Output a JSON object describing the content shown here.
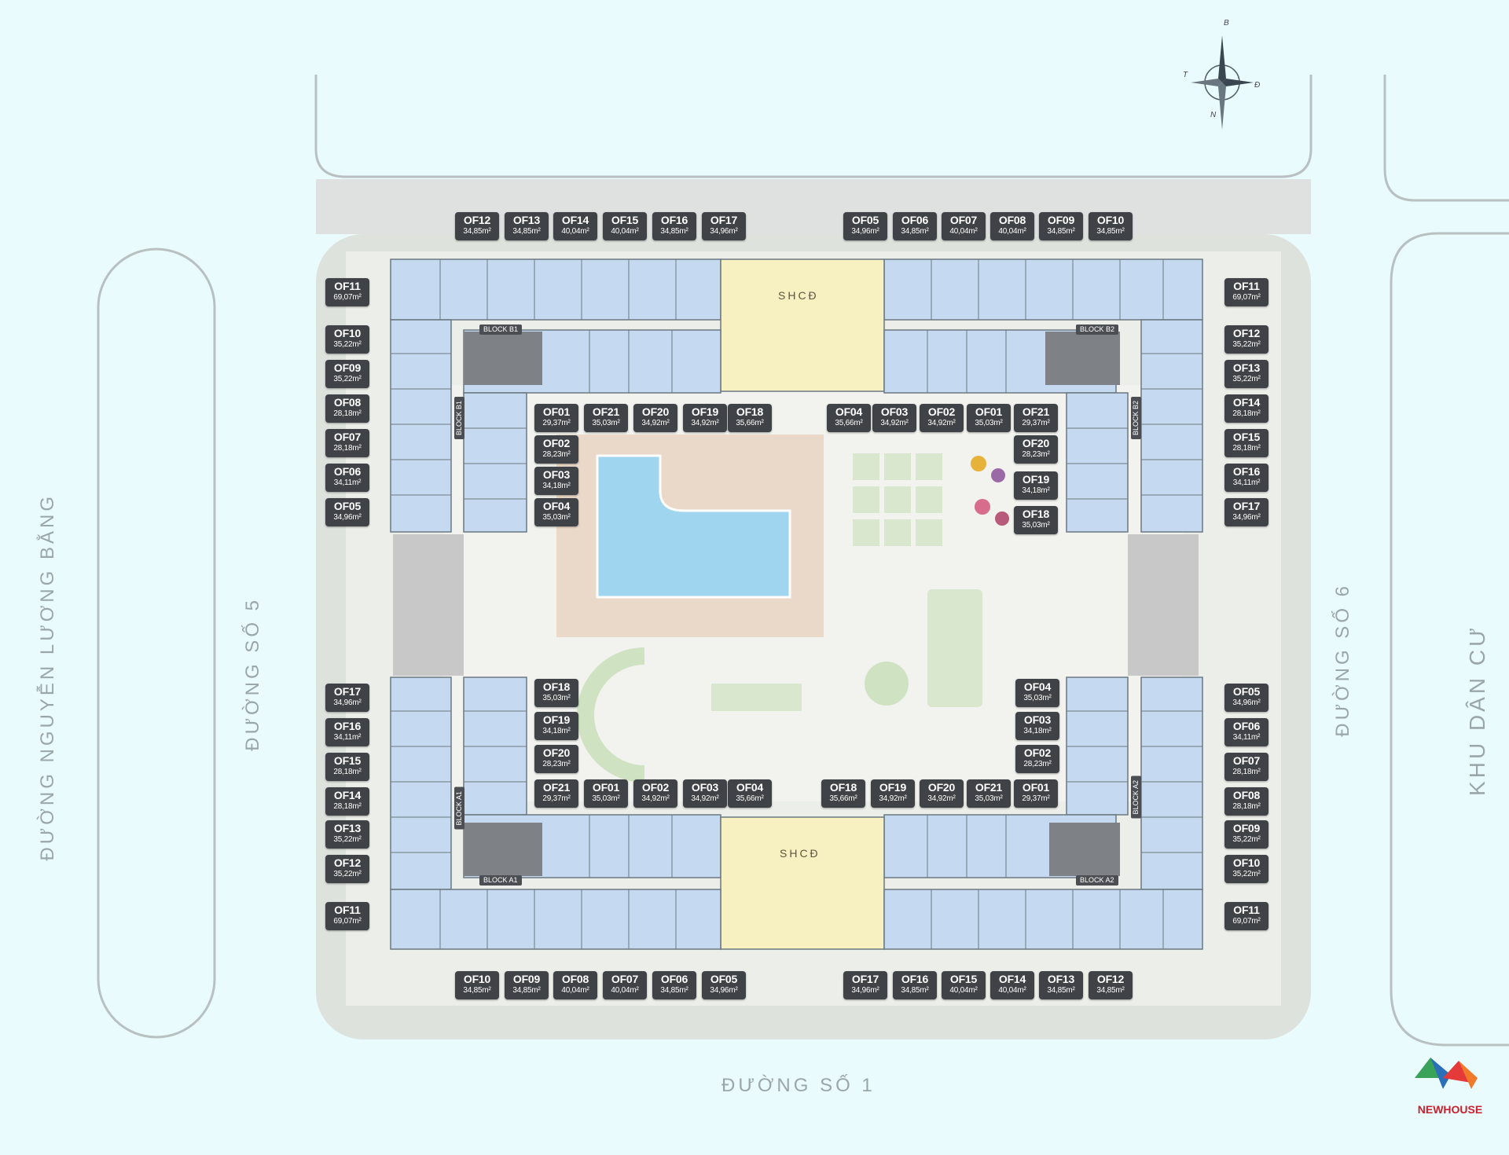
{
  "roads": {
    "left_outer": "ĐƯỜNG NGUYỄN LƯƠNG BẰNG",
    "left_inner": "ĐƯỜNG SỐ 5",
    "bottom": "ĐƯỜNG SỐ 1",
    "right_inner": "ĐƯỜNG SỐ 6",
    "right_outer": "KHU DÂN CƯ"
  },
  "compass": {
    "north_top": "B",
    "east": "Đ",
    "west": "T",
    "south": "N"
  },
  "amenities": {
    "shcd_top": "SHCĐ",
    "shcd_bottom": "SHCĐ"
  },
  "blocks": {
    "b1": "BLOCK B1",
    "b2": "BLOCK B2",
    "a1": "BLOCK A1",
    "a2": "BLOCK A2"
  },
  "brand": {
    "name": "NEWHOUSE",
    "color": "#c8202e"
  },
  "colors": {
    "unit": "#c5daf0",
    "amenity": "#f7f1c1",
    "background": "#e9fbfc",
    "tag": "#3f4246"
  },
  "units": {
    "b1_top": [
      {
        "code": "OF12",
        "area": "34,85m²"
      },
      {
        "code": "OF13",
        "area": "34,85m²"
      },
      {
        "code": "OF14",
        "area": "40,04m²"
      },
      {
        "code": "OF15",
        "area": "40,04m²"
      },
      {
        "code": "OF16",
        "area": "34,85m²"
      },
      {
        "code": "OF17",
        "area": "34,96m²"
      }
    ],
    "b2_top": [
      {
        "code": "OF05",
        "area": "34,96m²"
      },
      {
        "code": "OF06",
        "area": "34,85m²"
      },
      {
        "code": "OF07",
        "area": "40,04m²"
      },
      {
        "code": "OF08",
        "area": "40,04m²"
      },
      {
        "code": "OF09",
        "area": "34,85m²"
      },
      {
        "code": "OF10",
        "area": "34,85m²"
      }
    ],
    "b1_left": [
      {
        "code": "OF11",
        "area": "69,07m²"
      },
      {
        "code": "OF10",
        "area": "35,22m²"
      },
      {
        "code": "OF09",
        "area": "35,22m²"
      },
      {
        "code": "OF08",
        "area": "28,18m²"
      },
      {
        "code": "OF07",
        "area": "28,18m²"
      },
      {
        "code": "OF06",
        "area": "34,11m²"
      },
      {
        "code": "OF05",
        "area": "34,96m²"
      }
    ],
    "b2_right": [
      {
        "code": "OF11",
        "area": "69,07m²"
      },
      {
        "code": "OF12",
        "area": "35,22m²"
      },
      {
        "code": "OF13",
        "area": "35,22m²"
      },
      {
        "code": "OF14",
        "area": "28,18m²"
      },
      {
        "code": "OF15",
        "area": "28,18m²"
      },
      {
        "code": "OF16",
        "area": "34,11m²"
      },
      {
        "code": "OF17",
        "area": "34,96m²"
      }
    ],
    "b1_inner_row": [
      {
        "code": "OF01",
        "area": "29,37m²"
      },
      {
        "code": "OF21",
        "area": "35,03m²"
      },
      {
        "code": "OF20",
        "area": "34,92m²"
      },
      {
        "code": "OF19",
        "area": "34,92m²"
      },
      {
        "code": "OF18",
        "area": "35,66m²"
      }
    ],
    "b2_inner_row": [
      {
        "code": "OF04",
        "area": "35,66m²"
      },
      {
        "code": "OF03",
        "area": "34,92m²"
      },
      {
        "code": "OF02",
        "area": "34,92m²"
      },
      {
        "code": "OF01",
        "area": "35,03m²"
      },
      {
        "code": "OF21",
        "area": "29,37m²"
      }
    ],
    "b1_inner_col": [
      {
        "code": "OF02",
        "area": "28,23m²"
      },
      {
        "code": "OF03",
        "area": "34,18m²"
      },
      {
        "code": "OF04",
        "area": "35,03m²"
      }
    ],
    "b2_inner_col": [
      {
        "code": "OF20",
        "area": "28,23m²"
      },
      {
        "code": "OF19",
        "area": "34,18m²"
      },
      {
        "code": "OF18",
        "area": "35,03m²"
      }
    ],
    "a1_left": [
      {
        "code": "OF17",
        "area": "34,96m²"
      },
      {
        "code": "OF16",
        "area": "34,11m²"
      },
      {
        "code": "OF15",
        "area": "28,18m²"
      },
      {
        "code": "OF14",
        "area": "28,18m²"
      },
      {
        "code": "OF13",
        "area": "35,22m²"
      },
      {
        "code": "OF12",
        "area": "35,22m²"
      },
      {
        "code": "OF11",
        "area": "69,07m²"
      }
    ],
    "a2_right": [
      {
        "code": "OF05",
        "area": "34,96m²"
      },
      {
        "code": "OF06",
        "area": "34,11m²"
      },
      {
        "code": "OF07",
        "area": "28,18m²"
      },
      {
        "code": "OF08",
        "area": "28,18m²"
      },
      {
        "code": "OF09",
        "area": "35,22m²"
      },
      {
        "code": "OF10",
        "area": "35,22m²"
      },
      {
        "code": "OF11",
        "area": "69,07m²"
      }
    ],
    "a1_inner_col": [
      {
        "code": "OF18",
        "area": "35,03m²"
      },
      {
        "code": "OF19",
        "area": "34,18m²"
      },
      {
        "code": "OF20",
        "area": "28,23m²"
      }
    ],
    "a2_inner_col": [
      {
        "code": "OF04",
        "area": "35,03m²"
      },
      {
        "code": "OF03",
        "area": "34,18m²"
      },
      {
        "code": "OF02",
        "area": "28,23m²"
      }
    ],
    "a1_inner_row": [
      {
        "code": "OF21",
        "area": "29,37m²"
      },
      {
        "code": "OF01",
        "area": "35,03m²"
      },
      {
        "code": "OF02",
        "area": "34,92m²"
      },
      {
        "code": "OF03",
        "area": "34,92m²"
      },
      {
        "code": "OF04",
        "area": "35,66m²"
      }
    ],
    "a2_inner_row": [
      {
        "code": "OF18",
        "area": "35,66m²"
      },
      {
        "code": "OF19",
        "area": "34,92m²"
      },
      {
        "code": "OF20",
        "area": "34,92m²"
      },
      {
        "code": "OF21",
        "area": "35,03m²"
      },
      {
        "code": "OF01",
        "area": "29,37m²"
      }
    ],
    "a1_bottom": [
      {
        "code": "OF10",
        "area": "34,85m²"
      },
      {
        "code": "OF09",
        "area": "34,85m²"
      },
      {
        "code": "OF08",
        "area": "40,04m²"
      },
      {
        "code": "OF07",
        "area": "40,04m²"
      },
      {
        "code": "OF06",
        "area": "34,85m²"
      },
      {
        "code": "OF05",
        "area": "34,96m²"
      }
    ],
    "a2_bottom": [
      {
        "code": "OF17",
        "area": "34,96m²"
      },
      {
        "code": "OF16",
        "area": "34,85m²"
      },
      {
        "code": "OF15",
        "area": "40,04m²"
      },
      {
        "code": "OF14",
        "area": "40,04m²"
      },
      {
        "code": "OF13",
        "area": "34,85m²"
      },
      {
        "code": "OF12",
        "area": "34,85m²"
      }
    ]
  }
}
